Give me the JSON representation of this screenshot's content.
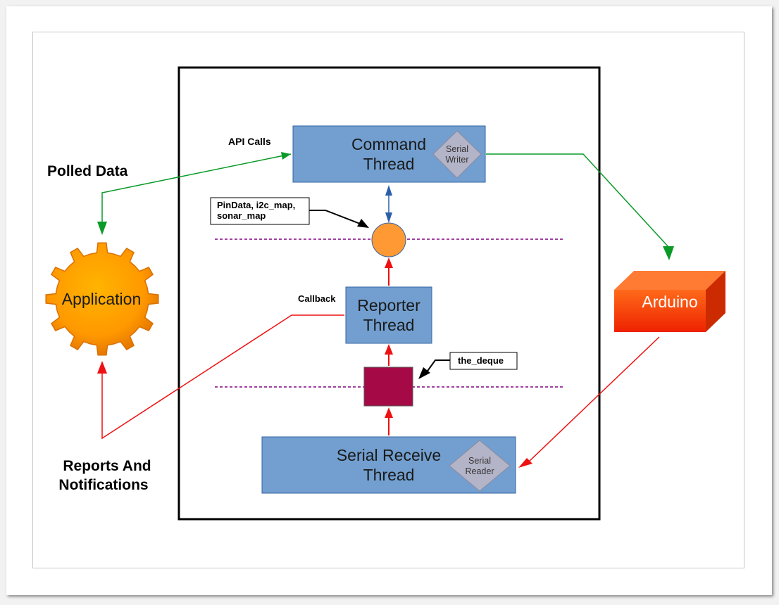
{
  "diagram": {
    "labels": {
      "polled_data": "Polled Data",
      "api_calls": "API Calls",
      "callback": "Callback",
      "reports_line1": "Reports And",
      "reports_line2": "Notifications"
    },
    "nodes": {
      "application": "Application",
      "arduino": "Arduino",
      "command_thread": [
        "Command",
        "Thread"
      ],
      "serial_writer": [
        "Serial",
        "Writer"
      ],
      "reporter_thread": [
        "Reporter",
        "Thread"
      ],
      "serial_receive_thread": [
        "Serial Receive",
        "Thread"
      ],
      "serial_reader": [
        "Serial",
        "Reader"
      ]
    },
    "callouts": {
      "pin_data": [
        "PinData, i2c_map,",
        "sonar_map"
      ],
      "the_deque": "the_deque"
    },
    "colors": {
      "thread_box": "#729fcf",
      "diamond": "#b4b4c8",
      "data_store": "#ff9933",
      "deque": "#a50a46",
      "app_gear": "#ff9900",
      "arduino": "#ff4400",
      "green_flow": "#0a9a28",
      "red_flow": "#ee1111",
      "blue_flow": "#2a5fa8",
      "separator": "#800080"
    }
  }
}
